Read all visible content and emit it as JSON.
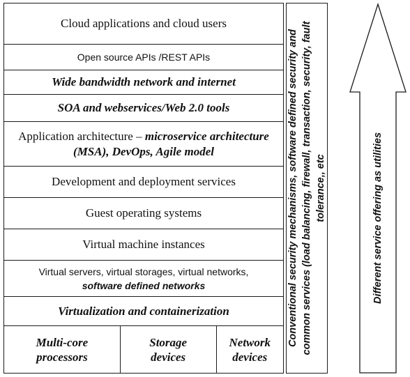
{
  "layers": {
    "cloud_apps": "Cloud applications and cloud users",
    "apis": "Open source APIs /REST APIs",
    "bandwidth": "Wide bandwidth network and internet",
    "soa": "SOA and webservices/Web 2.0 tools",
    "app_arch_plain": "Application architecture – ",
    "app_arch_bold": "microservice architecture (MSA), DevOps, Agile model",
    "dev_deploy": "Development and deployment services",
    "guest_os": "Guest operating systems",
    "vm": "Virtual machine instances",
    "virtual_servers": "Virtual servers, virtual storages, virtual networks,",
    "sdn": "software defined networks",
    "virtualization": "Virtualization and containerization"
  },
  "hardware": {
    "cpu": "Multi-core processors",
    "storage": "Storage devices",
    "network": "Network devices"
  },
  "side_panel": "Conventional security mechanisms, software defined security and common services (load balancing, firewall, transaction, security, fault tolerance,, etc",
  "arrow_label": "Different service offering as utilities"
}
